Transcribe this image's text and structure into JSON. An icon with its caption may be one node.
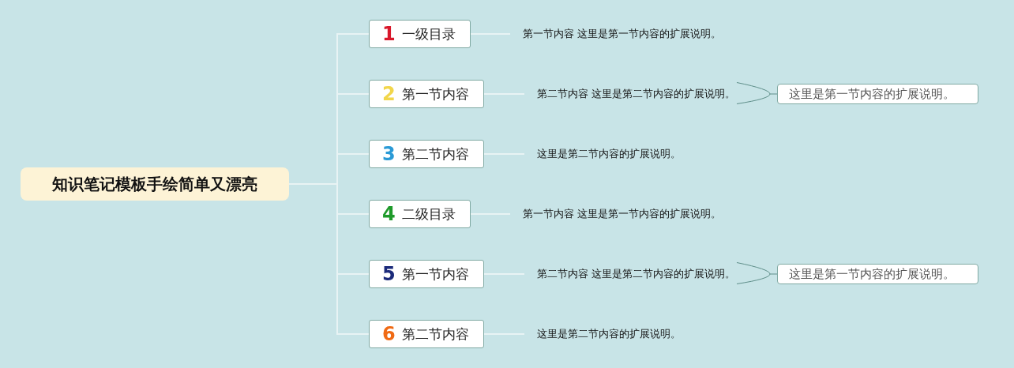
{
  "diagram": {
    "nodes": [
      {
        "text": [
          "知识笔记模板手绘简单又漂亮"
        ]
      },
      {
        "text": [
          "1",
          "一级目录"
        ]
      },
      {
        "text": [
          "2",
          "第一节内容"
        ]
      },
      {
        "text": [
          "3",
          "第二节内容"
        ]
      },
      {
        "text": [
          "4",
          "二级目录"
        ]
      },
      {
        "text": [
          "5",
          "第一节内容"
        ]
      },
      {
        "text": [
          "6",
          "第二节内容"
        ]
      },
      {
        "text": [
          "第一节内容 这里是第一节内容的扩展说明。"
        ]
      },
      {
        "text": [
          "第二节内容 这里是第二节内容的扩展说明。"
        ]
      },
      {
        "text": [
          "这里是第二节内容的扩展说明。"
        ]
      },
      {
        "text": [
          "第一节内容 这里是第一节内容的扩展说明。"
        ]
      },
      {
        "text": [
          "第二节内容 这里是第二节内容的扩展说明。"
        ]
      },
      {
        "text": [
          "这里是第二节内容的扩展说明。"
        ]
      },
      {
        "text": [
          "这里是第一节内容的扩展说明。"
        ]
      },
      {
        "text": [
          "这里是第一节内容的扩展说明。"
        ]
      }
    ],
    "edges": [
      {
        "from": 0,
        "to": 1,
        "arrow": "none"
      },
      {
        "from": 0,
        "to": 2,
        "arrow": "none"
      },
      {
        "from": 0,
        "to": 3,
        "arrow": "none"
      },
      {
        "from": 0,
        "to": 4,
        "arrow": "none"
      },
      {
        "from": 0,
        "to": 5,
        "arrow": "none"
      },
      {
        "from": 0,
        "to": 6,
        "arrow": "none"
      },
      {
        "from": 1,
        "to": 7,
        "arrow": "none"
      },
      {
        "from": 2,
        "to": 8,
        "arrow": "none"
      },
      {
        "from": 3,
        "to": 9,
        "arrow": "none"
      },
      {
        "from": 4,
        "to": 10,
        "arrow": "none"
      },
      {
        "from": 5,
        "to": 11,
        "arrow": "none"
      },
      {
        "from": 6,
        "to": 12,
        "arrow": "none"
      },
      {
        "from": 8,
        "to": 13,
        "arrow": "none",
        "color": "#5f8f8a"
      },
      {
        "from": 11,
        "to": 14,
        "arrow": "none",
        "color": "#5f8f8a"
      }
    ]
  }
}
